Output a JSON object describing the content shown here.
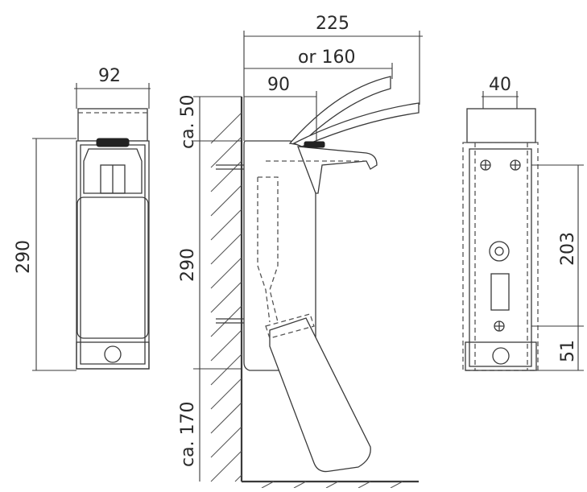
{
  "dimensions": {
    "front_width": "92",
    "front_height": "290",
    "side_total_projection": "225",
    "side_lever_option": "or 160",
    "side_depth": "90",
    "side_top_clearance": "ca. 50",
    "side_height": "290",
    "side_floor_clearance": "ca. 170",
    "rear_bracket_width": "40",
    "rear_mounting_distance": "203",
    "rear_bottom_distance": "51"
  }
}
